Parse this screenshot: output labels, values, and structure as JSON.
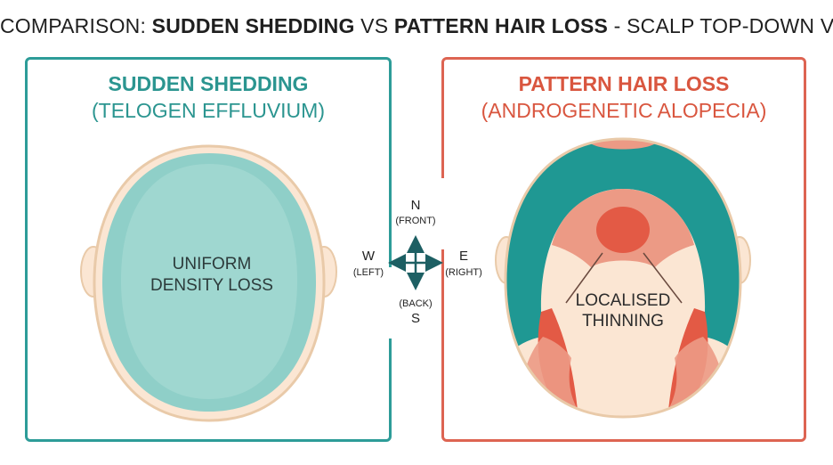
{
  "title": {
    "prefix": "COMPARISON: ",
    "term_a": "SUDDEN SHEDDING",
    "connector": " VS ",
    "term_b": "PATTERN HAIR LOSS",
    "suffix": " - SCALP TOP-DOWN VIEW"
  },
  "left_panel": {
    "heading": "SUDDEN SHEDDING",
    "subheading": "(TELOGEN EFFLUVIUM)",
    "label_line1": "UNIFORM",
    "label_line2": "DENSITY LOSS",
    "accent_color": "#2d9c98"
  },
  "right_panel": {
    "heading": "PATTERN HAIR LOSS",
    "subheading": "(ANDROGENETIC ALOPECIA)",
    "label_line1": "LOCALISED",
    "label_line2": "THINNING",
    "accent_color": "#dd6452"
  },
  "compass": {
    "north": "N",
    "north_sub": "(FRONT)",
    "south": "S",
    "south_sub": "(BACK)",
    "west": "W",
    "west_sub": "(LEFT)",
    "east": "E",
    "east_sub": "(RIGHT)",
    "color": "#1d5f63"
  },
  "colors": {
    "skin": "#fbe6d3",
    "outline": "#e9caa9",
    "teal_hair": "#1f9893",
    "uniform_hair": "#8fcfc8",
    "thin_zone": "#ec9a85",
    "bald_zone": "#e35a45"
  }
}
